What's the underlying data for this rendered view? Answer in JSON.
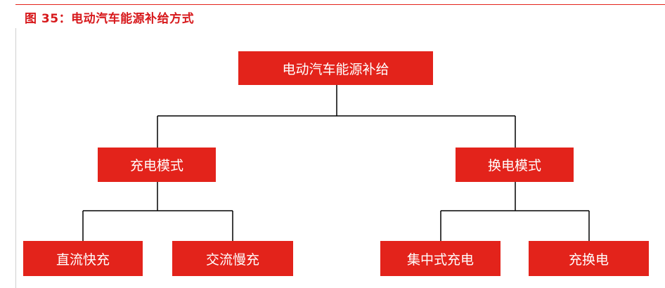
{
  "figure": {
    "title": "图 35：电动汽车能源补给方式"
  },
  "diagram": {
    "root": "电动汽车能源补给",
    "branches": [
      {
        "label": "充电模式",
        "children": [
          "直流快充",
          "交流慢充"
        ]
      },
      {
        "label": "换电模式",
        "children": [
          "集中式充电",
          "充换电"
        ]
      }
    ]
  },
  "colors": {
    "node_fill": "#e3231b",
    "node_text": "#ffffff",
    "connector": "#000000",
    "title": "#d7191c",
    "rule": "#e3231b"
  }
}
